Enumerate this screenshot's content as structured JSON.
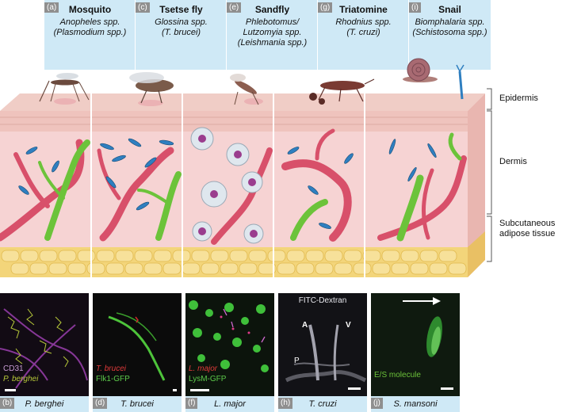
{
  "vectors": [
    {
      "tag": "(a)",
      "name": "Mosquito",
      "species": [
        "Anopheles spp.",
        "(Plasmodium spp.)"
      ]
    },
    {
      "tag": "(c)",
      "name": "Tsetse fly",
      "species": [
        "Glossina spp.",
        "(T. brucei)"
      ]
    },
    {
      "tag": "(e)",
      "name": "Sandfly",
      "species": [
        "Phlebotomus/",
        "Lutzomyia spp.",
        "(Leishmania spp.)"
      ]
    },
    {
      "tag": "(g)",
      "name": "Triatomine",
      "species": [
        "Rhodnius spp.",
        "(T. cruzi)"
      ]
    },
    {
      "tag": "(i)",
      "name": "Snail",
      "species": [
        "Biomphalaria spp.",
        "(Schistosoma spp.)"
      ]
    }
  ],
  "layers": {
    "epidermis": "Epidermis",
    "dermis": "Dermis",
    "adipose": [
      "Subcutaneous",
      "adipose tissue"
    ]
  },
  "panels": [
    {
      "tag": "(b)",
      "caption": "P. berghei",
      "labels": {
        "l1": "CD31",
        "l2": "P. berghei"
      }
    },
    {
      "tag": "(d)",
      "caption": "T. brucei",
      "labels": {
        "l1": "T. brucei",
        "l2": "Flk1-GFP"
      }
    },
    {
      "tag": "(f)",
      "caption": "L. major",
      "labels": {
        "l1": "L. major",
        "l2": "LysM-GFP"
      }
    },
    {
      "tag": "(h)",
      "caption": "T. cruzi",
      "labels": {
        "title": "FITC-Dextran",
        "a": "A",
        "v": "V",
        "p": "P"
      }
    },
    {
      "tag": "(j)",
      "caption": "S. mansoni",
      "labels": {
        "l1": "E/S molecule"
      }
    }
  ],
  "colors": {
    "header_bg": "#cfe9f6",
    "tag_bg": "#8f8f8f",
    "vessel": "#d8506a",
    "lymph": "#6cc33a",
    "parasite": "#2f7fc0",
    "dermis": "#f6d3d3",
    "epidermis": "#efc3bd",
    "fat": "#f3d57a"
  }
}
